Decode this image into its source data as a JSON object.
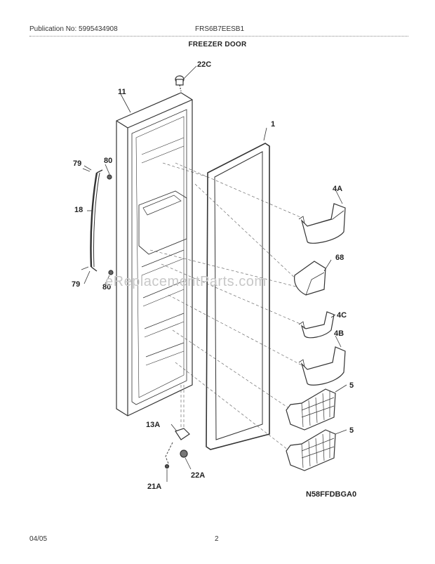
{
  "header": {
    "publication": "Publication No: 5995434908",
    "model": "FRS6B7EESB1",
    "title": "FREEZER DOOR"
  },
  "callouts": {
    "c22C": "22C",
    "c11": "11",
    "c1": "1",
    "c79a": "79",
    "c80a": "80",
    "c18": "18",
    "c79b": "79",
    "c80b": "80",
    "c4A": "4A",
    "c68": "68",
    "c4C": "4C",
    "c4B": "4B",
    "c5a": "5",
    "c5b": "5",
    "c13A": "13A",
    "c22A": "22A",
    "c21A": "21A"
  },
  "diagram_code": "N58FFDBGA0",
  "footer": {
    "date": "04/05",
    "page": "2"
  },
  "watermark": "eReplacementParts.com"
}
